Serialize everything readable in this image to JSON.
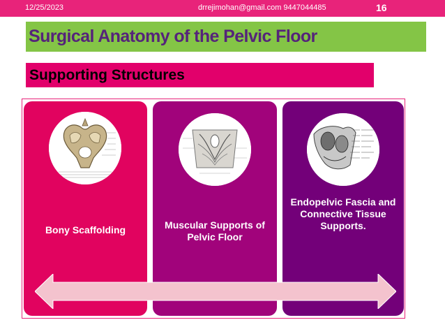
{
  "header": {
    "date": "12/25/2023",
    "footer": "drrejimohan@gmail.com 9447044485",
    "slide_number": "16"
  },
  "slide": {
    "title": "Surgical Anatomy of the Pelvic Floor",
    "subtitle": "Supporting Structures"
  },
  "cards": [
    {
      "label": "Bony Scaffolding",
      "color": "#e1035f",
      "image": "pelvis-bone-illustration"
    },
    {
      "label": "Muscular Supports of Pelvic Floor",
      "color": "#a1037b",
      "image": "pelvic-muscles-illustration"
    },
    {
      "label": "Endopelvic Fascia and Connective Tissue Supports.",
      "color": "#730079",
      "image": "pelvic-fascia-illustration"
    }
  ],
  "colors": {
    "header": "#e8237a",
    "title_bar": "#84c546",
    "title_text": "#55247a",
    "subtitle_bar": "#e2006b",
    "arrow": "#f4c3ce"
  }
}
